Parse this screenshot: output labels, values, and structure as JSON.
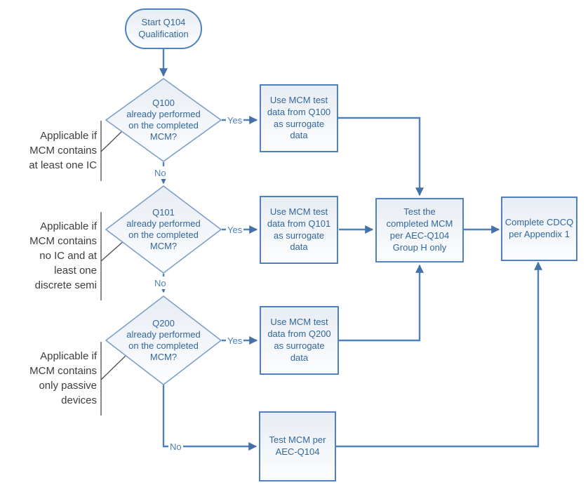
{
  "nodes": {
    "start": {
      "label": "Start Q104\nQualification"
    },
    "d1": {
      "label": "Q100\nalready performed\non the completed\nMCM?"
    },
    "d2": {
      "label": "Q101\nalready performed\non the completed\nMCM?"
    },
    "d3": {
      "label": "Q200\nalready performed\non the completed\nMCM?"
    },
    "b1": {
      "label": "Use MCM test\ndata from Q100\nas surrogate\ndata"
    },
    "b2": {
      "label": "Use MCM test\ndata from Q101\nas surrogate\ndata"
    },
    "b3": {
      "label": "Use MCM test\ndata from Q200\nas surrogate\ndata"
    },
    "center": {
      "label": "Test the\ncompleted MCM\nper AEC-Q104\nGroup H only"
    },
    "final": {
      "label": "Complete CDCQ\nper Appendix 1"
    },
    "bottom": {
      "label": "Test MCM per\nAEC-Q104"
    }
  },
  "edge_labels": {
    "yes1": "Yes",
    "yes2": "Yes",
    "yes3": "Yes",
    "no1": "No",
    "no2": "No",
    "no3": "No"
  },
  "annotations": {
    "ic": "Applicable if\nMCM contains\nat least one IC",
    "discrete": "Applicable if\nMCM contains\nno IC and at\nleast one\ndiscrete semi",
    "passive": "Applicable if\nMCM contains\nonly passive\ndevices"
  },
  "colors": {
    "connector": "#4f81bd",
    "box_border": "#4f81bd",
    "diamond_border": "#7da0ca",
    "node_text": "#31679b",
    "edge_label_text": "#4f81bd",
    "annotation_text": "#3d3d3d",
    "callout_line": "#4d4d4d",
    "fill_top": "#e8edf4",
    "fill_bottom": "#fcfdfe"
  }
}
